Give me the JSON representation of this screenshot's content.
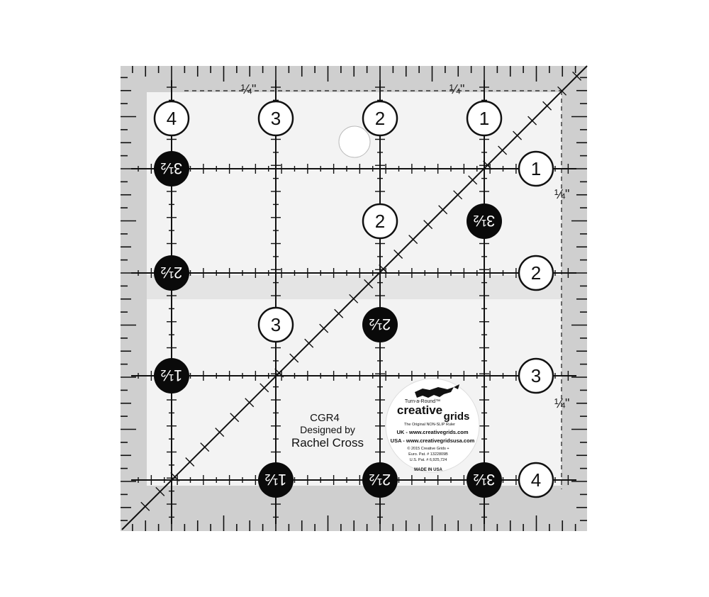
{
  "product": {
    "model": "CGR4",
    "designer_line": "Designed by",
    "designer_name": "Rachel Cross"
  },
  "ruler": {
    "colors": {
      "clear": "#f4f4f4",
      "frosted": "#dedede",
      "lines": "#111111",
      "dark_circle": "#0a0a0a",
      "light_circle": "#ffffff"
    },
    "quarter_marks": [
      "¼\"",
      "¼\"",
      "¼\"",
      "¼\""
    ],
    "top_numbers": [
      "4",
      "3",
      "2",
      "1"
    ],
    "right_numbers": [
      "1",
      "2",
      "3",
      "4"
    ],
    "left_half_numbers": [
      "3½",
      "2½",
      "1½"
    ],
    "bottom_half_numbers": [
      "1½",
      "2½",
      "3½"
    ],
    "inner_numbers": {
      "two": "2",
      "three": "3",
      "three_half": "3½",
      "two_half": "2½"
    }
  },
  "logo": {
    "tagline": "Turn-a-Round™",
    "brand_top": "creative",
    "brand_bottom": "grids",
    "sub": "The Original NON-SLIP Ruler",
    "uk": "UK - www.creativegrids.com",
    "usa": "USA - www.creativegridsusa.com",
    "copyright": "© 2015 Creative Grids +",
    "euro_pat": "Euro. Pat. # 1322809B",
    "us_pat": "U.S. Pat. # 6,925,724",
    "made_in": "MADE IN USA",
    "icon": "fox-icon"
  }
}
